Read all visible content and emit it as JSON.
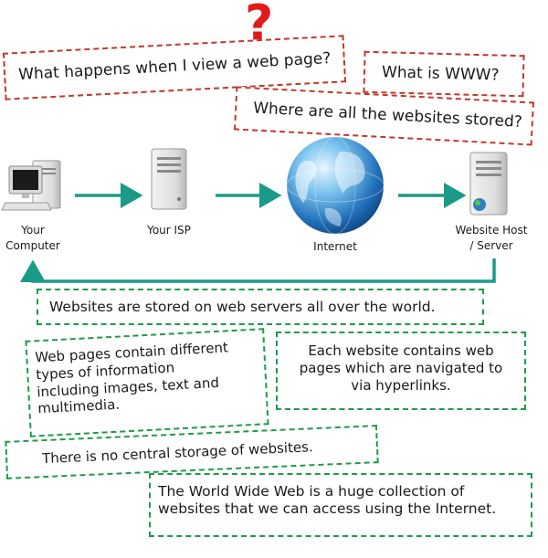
{
  "question_mark": "?",
  "questions": [
    "What happens when I view a web page?",
    "What is WWW?",
    "Where are all the websites stored?"
  ],
  "nodes": {
    "computer": [
      "Your",
      "Computer"
    ],
    "isp": [
      "Your ISP"
    ],
    "internet": [
      "Internet"
    ],
    "server": [
      "Website Host",
      "/ Server"
    ]
  },
  "facts": {
    "servers": "Websites are stored on web servers all over the world.",
    "info_types": [
      "Web pages contain different",
      "types of information",
      "including images, text and",
      "multimedia."
    ],
    "hyperlinks": [
      "Each website contains web",
      "pages which are navigated to",
      "via hyperlinks."
    ],
    "no_central": "There is no central storage of websites.",
    "www": [
      "The World Wide Web is a huge collection of",
      "websites that we can access using the Internet."
    ]
  },
  "colors": {
    "question_border": "#c0392b",
    "fact_border": "#1f9b4a",
    "arrow": "#1b9a8a",
    "question_mark": "#e21a1a"
  }
}
